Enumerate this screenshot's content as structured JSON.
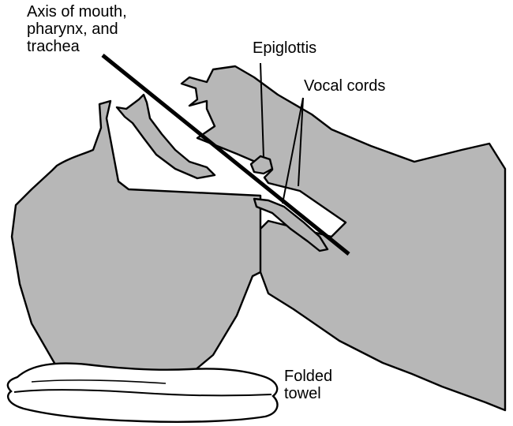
{
  "labels": {
    "axis": "Axis of mouth,\npharynx, and\ntrachea",
    "epiglottis": "Epiglottis",
    "vocal_cords": "Vocal cords",
    "towel": "Folded\ntowel"
  },
  "colors": {
    "tissue": "#b7b7b7",
    "outline": "#000000",
    "background": "#ffffff"
  }
}
